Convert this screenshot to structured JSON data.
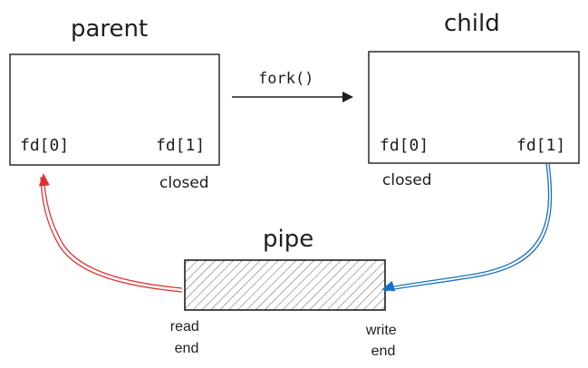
{
  "parent": {
    "title": "parent",
    "fd0": "fd[0]",
    "fd1": "fd[1]",
    "closed_note": "closed"
  },
  "child": {
    "title": "child",
    "fd0": "fd[0]",
    "fd1": "fd[1]",
    "closed_note": "closed"
  },
  "fork": {
    "label": "fork()"
  },
  "pipe": {
    "title": "pipe",
    "read_end": [
      "read",
      "end"
    ],
    "write_end": [
      "write",
      "end"
    ]
  },
  "colors": {
    "read_arrow": "#e03131",
    "write_arrow": "#1971c2",
    "stroke": "#1e1e1e"
  }
}
